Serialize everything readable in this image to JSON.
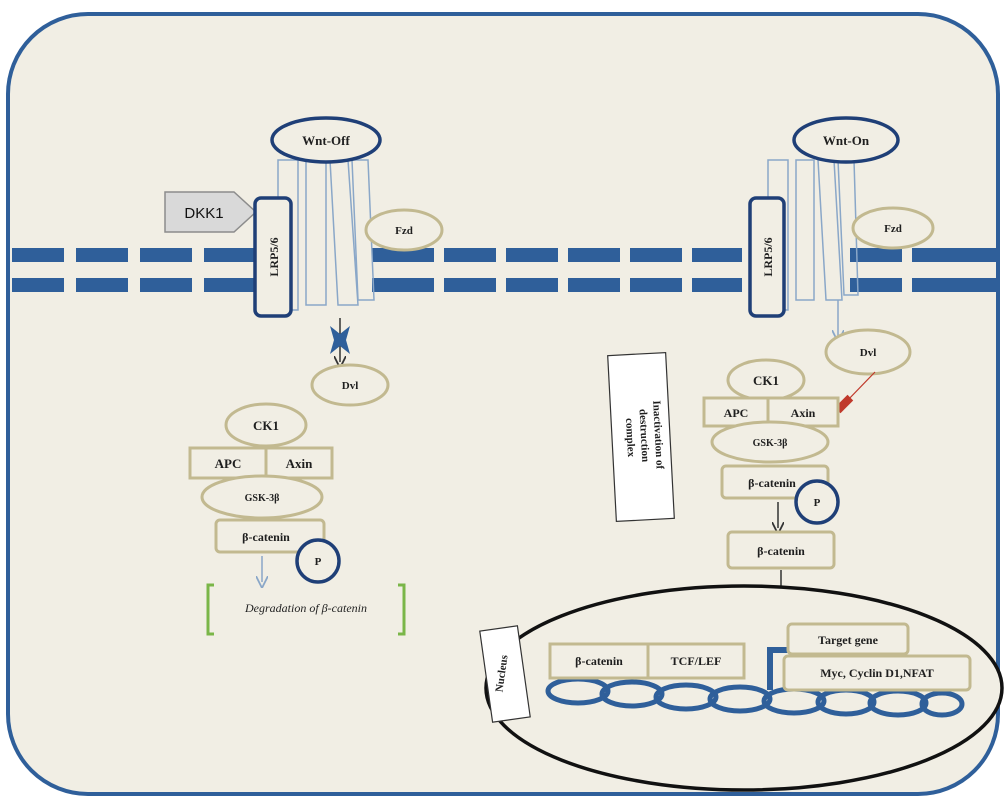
{
  "left": {
    "wnt": "Wnt-Off",
    "dkk": "DKK1",
    "lrp": "LRP5/6",
    "fzd": "Fzd",
    "dvl": "Dvl",
    "ck1": "CK1",
    "apc": "APC",
    "axin": "Axin",
    "gsk": "GSK-3β",
    "bcat": "β-catenin",
    "p": "P",
    "degradation": "Degradation of β-catenin"
  },
  "right": {
    "wnt": "Wnt-On",
    "lrp": "LRP5/6",
    "fzd": "Fzd",
    "dvl": "Dvl",
    "ck1": "CK1",
    "apc": "APC",
    "axin": "Axin",
    "gsk": "GSK-3β",
    "bcat": "β-catenin",
    "p": "P",
    "bcat_free": "β-catenin",
    "inactivation": [
      "Inactivation of",
      "destruction",
      "complex"
    ]
  },
  "nucleus": {
    "label": "Nucleus",
    "bcat": "β-catenin",
    "tcf": "TCF/LEF",
    "target": "Target gene",
    "genes": "Myc, Cyclin D1,NFAT"
  },
  "colors": {
    "cell_fill": "#f1eee4",
    "cell_stroke": "#2f5f9a",
    "membrane": "#2f5f9a",
    "protein_stroke": "#c2b990",
    "phospho_stroke": "#1f3f77",
    "degradation_bracket": "#7ab648",
    "inhibitor_bar": "#c0392b"
  }
}
